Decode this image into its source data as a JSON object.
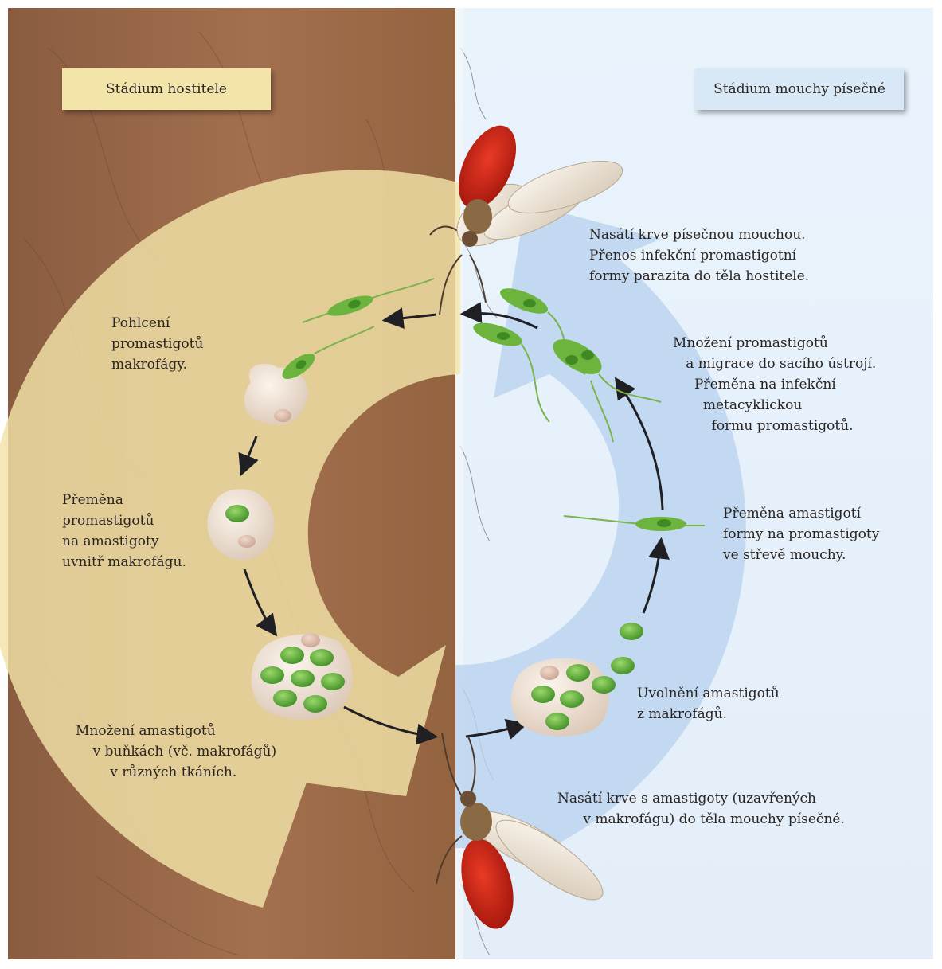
{
  "stages": {
    "host": "Stádium hostitele",
    "sandfly": "Stádium mouchy písečné"
  },
  "steps": {
    "fly_bite_inject": "Nasátí krve písečnou mouchou.\nPřenos infekční promastigotní\nformy parazita do těla hostitele.",
    "phagocytosis": "Pohlcení\npromastigotů\nmakrofágy.",
    "transform_in_macrophage": "Přeměna\npromastigotů\nna amastigoty\nuvnitř makrofágu.",
    "multiplication_host": "Množení amastigotů\n    v buňkách (vč. makrofágů)\n        v různých tkáních.",
    "fly_bite_ingest": "Nasátí krve s amastigoty (uzavřených\n      v makrofágu) do těla mouchy písečné.",
    "release": "Uvolnění amastigotů\nz makrofágů.",
    "transform_in_gut": "Přeměna amastigotí\nformy na promastigoty\nve střevě mouchy.",
    "multiplication_fly": "Množení promastigotů\n   a migrace do sacího ústrojí.\n     Přeměna na infekční\n       metacyklickou\n         formu promastigotů."
  },
  "colors": {
    "skin": "#9a6a4a",
    "sky": "#e6f1fb",
    "host_arrow": "#f3e3a8",
    "fly_arrow": "#b8d2ee",
    "parasite": "#5cab3a",
    "cell": "#efe2d6",
    "fly_abdomen": "#c81e12"
  }
}
